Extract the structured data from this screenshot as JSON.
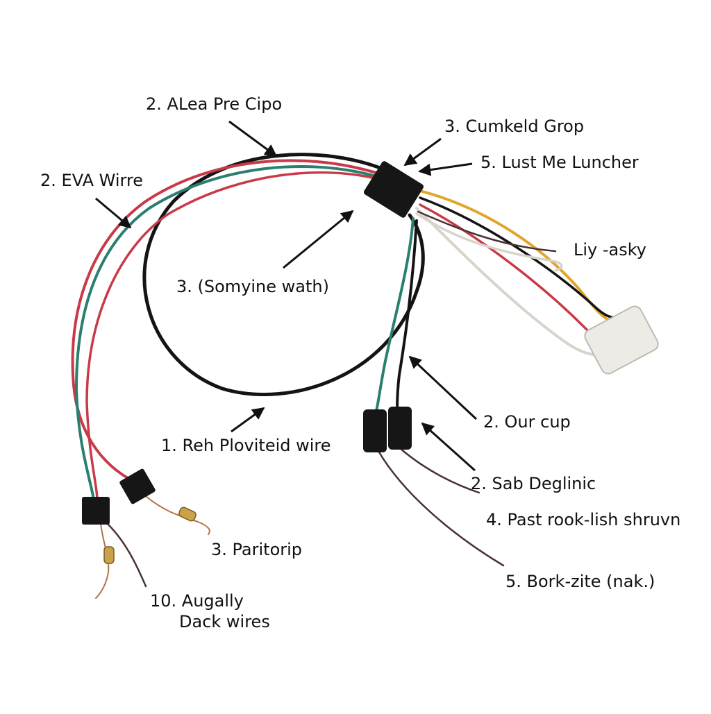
{
  "colors": {
    "background": "#ffffff",
    "black_wire": "#141414",
    "red_wire": "#c93a48",
    "green_wire": "#2a7f6f",
    "yellow_wire": "#e0a52a",
    "white_wire": "#d8d4cc",
    "brown_wire": "#4a3232",
    "copper_lead": "#b5714a",
    "connector_black": "#161616",
    "connector_white": "#ecebe6",
    "arrow": "#111111",
    "label_text": "#111111"
  },
  "labels": [
    {
      "id": "alea-pre-cipo",
      "text": "2. ALea Pre Cipo"
    },
    {
      "id": "cumkeld-grop",
      "text": "3. Cumkeld Grop"
    },
    {
      "id": "lust-me-luncher",
      "text": "5. Lust Me Luncher"
    },
    {
      "id": "eva-wirre",
      "text": "2. EVA Wirre"
    },
    {
      "id": "liy-asky",
      "text": "Liy -asky"
    },
    {
      "id": "somyine-wath",
      "text": "3. (Somyine wath)"
    },
    {
      "id": "our-cup",
      "text": "2. Our cup"
    },
    {
      "id": "reh-ploviteid-wire",
      "text": "1. Reh Ploviteid wire"
    },
    {
      "id": "sab-deglinic",
      "text": "2. Sab Deglinic"
    },
    {
      "id": "past-rook-lish-shruvn",
      "text": "4. Past rook-lish shruvn"
    },
    {
      "id": "paritorip",
      "text": "3. Paritorip"
    },
    {
      "id": "bork-zite-nak",
      "text": "5. Bork-zite (nak.)"
    },
    {
      "id": "augally-dack-wires",
      "text": "10. Augally\nDack wires"
    }
  ],
  "icons": [
    "arrow-icon",
    "black-connector-icon",
    "white-connector-icon",
    "resistor-icon",
    "heat-shrink-sleeve-icon"
  ]
}
